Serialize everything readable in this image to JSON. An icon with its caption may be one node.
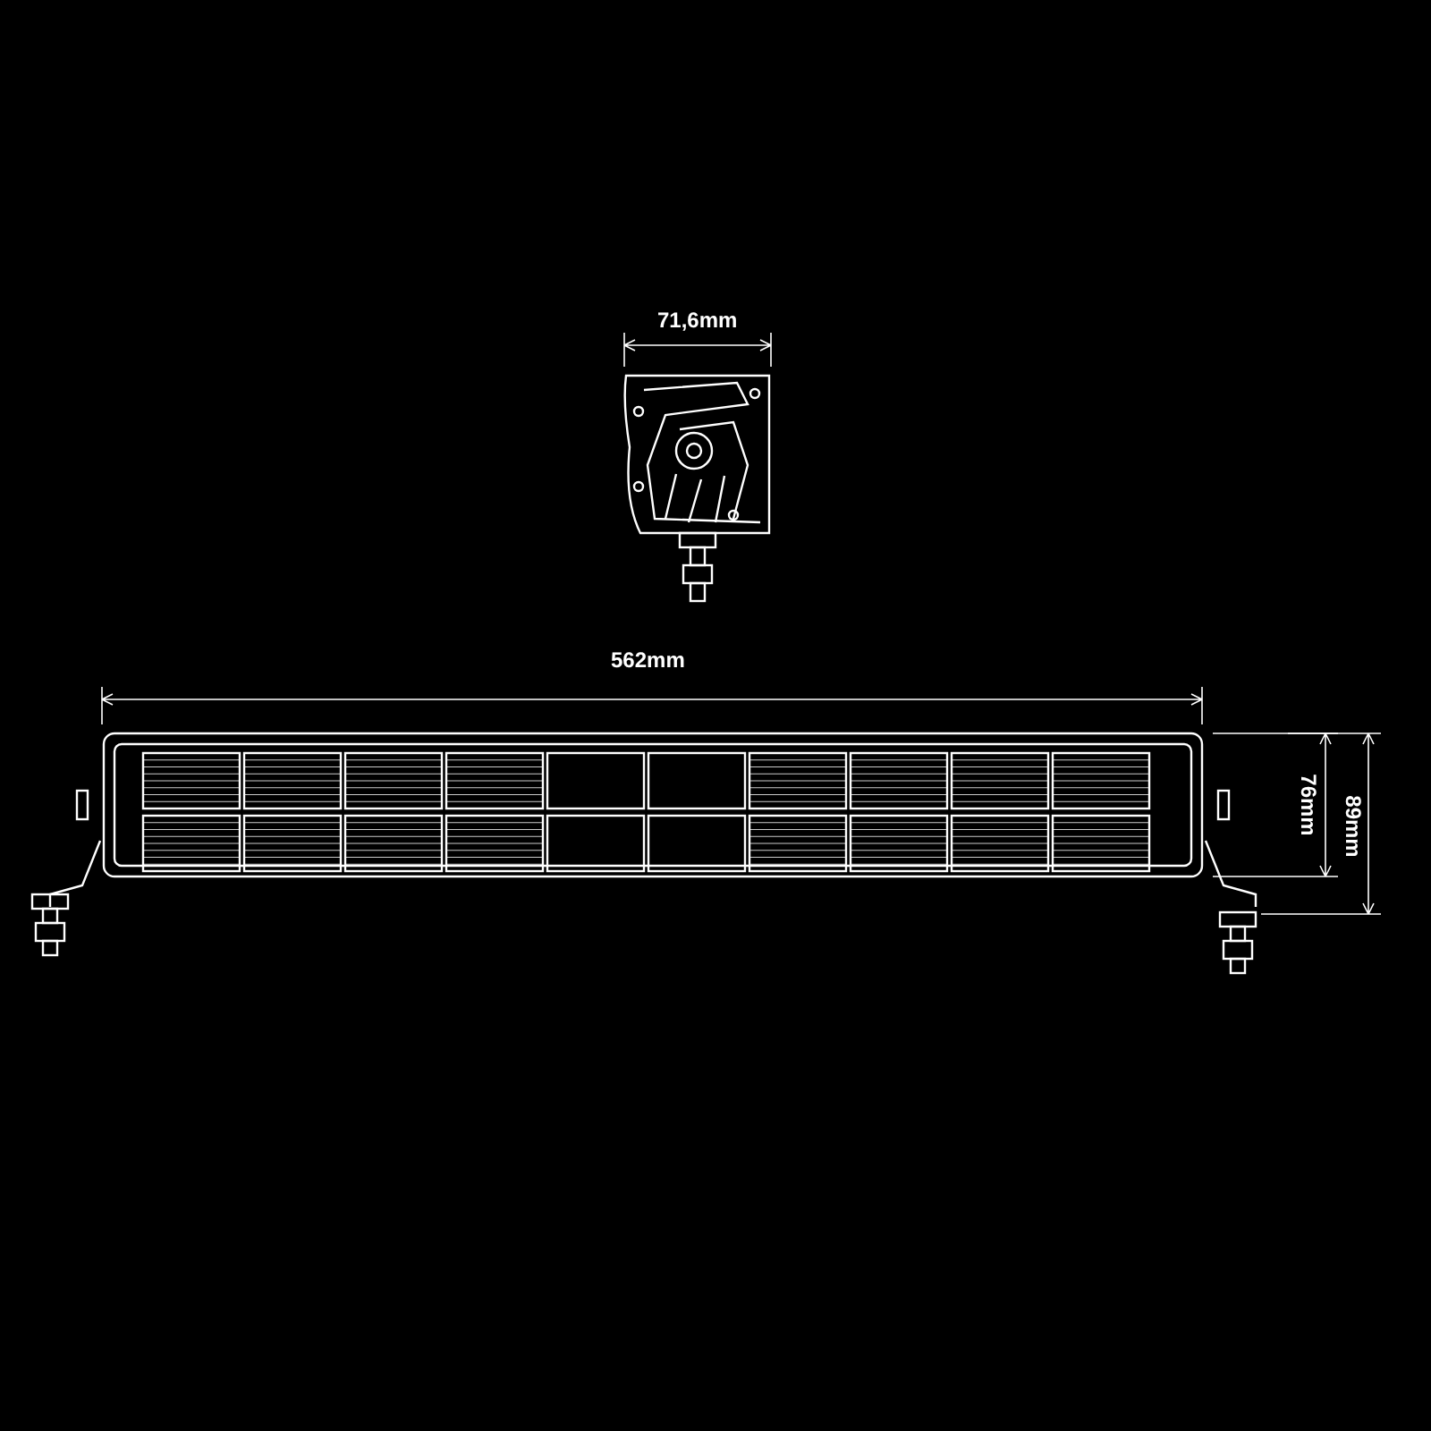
{
  "diagram": {
    "labels": [
      "71,6mm",
      "562mm",
      "76mm",
      "89mm"
    ]
  }
}
